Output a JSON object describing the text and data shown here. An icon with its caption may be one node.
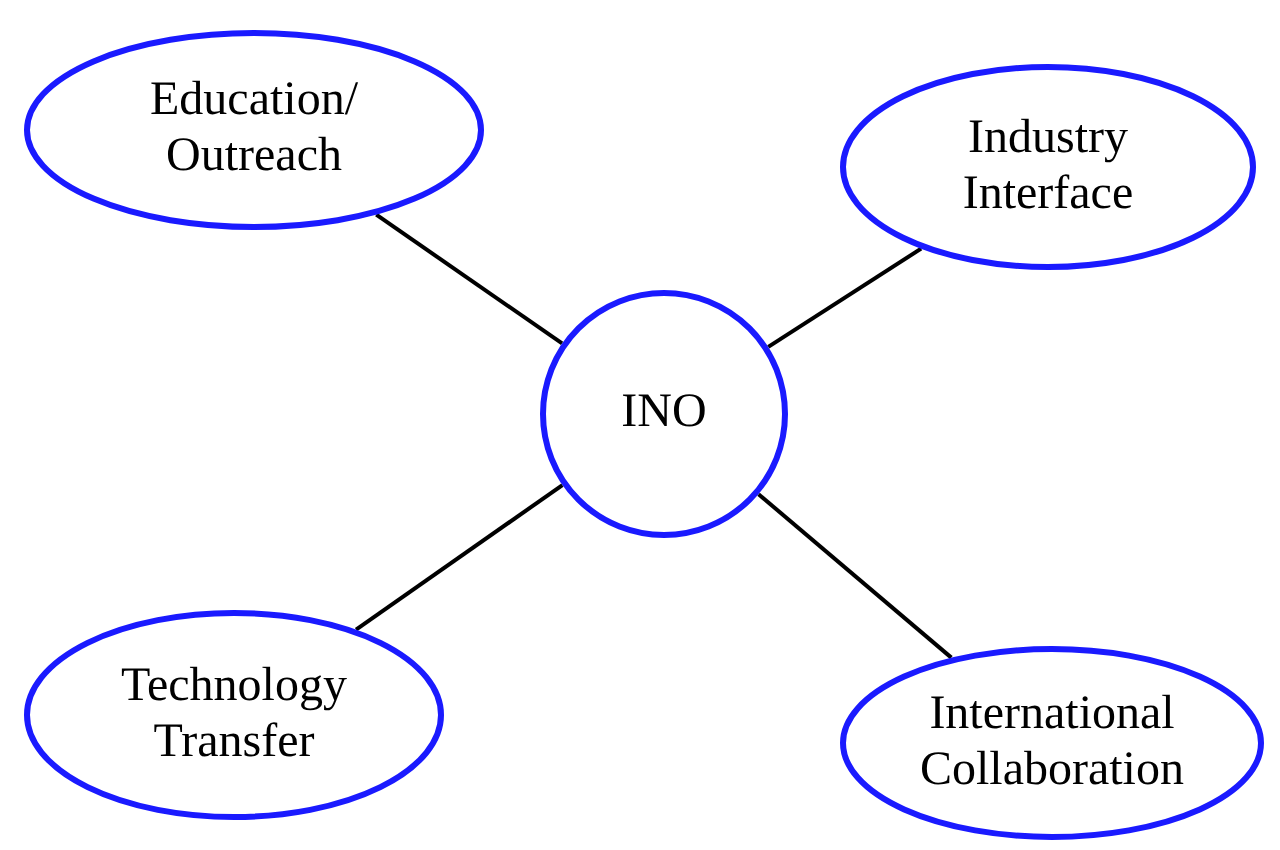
{
  "diagram": {
    "nodes": [
      {
        "text": [
          "Education/ Outreach"
        ]
      },
      {
        "text": [
          "Industry Interface"
        ]
      },
      {
        "text": [
          "INO"
        ]
      },
      {
        "text": [
          "Technology Transfer"
        ]
      },
      {
        "text": [
          "International Collaboration"
        ]
      }
    ],
    "edges": [
      {
        "from": 0,
        "to": 2,
        "arrow": "none"
      },
      {
        "from": 1,
        "to": 2,
        "arrow": "none"
      },
      {
        "from": 3,
        "to": 2,
        "arrow": "none"
      },
      {
        "from": 4,
        "to": 2,
        "arrow": "none"
      }
    ]
  }
}
